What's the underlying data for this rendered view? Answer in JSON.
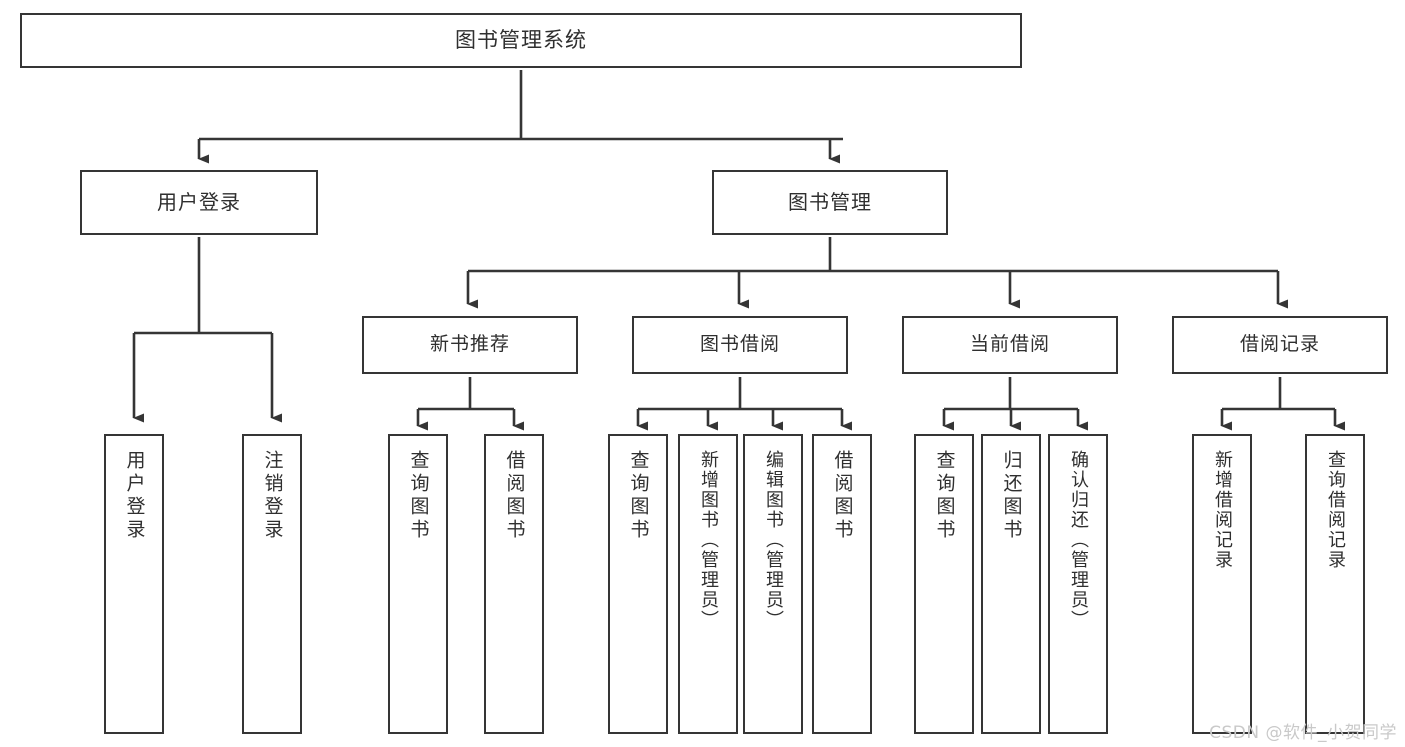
{
  "diagram": {
    "type": "tree",
    "title": "图书管理系统",
    "watermark": "CSDN @软件_小贺同学",
    "colors": {
      "border": "#353535",
      "text": "#2f2f2f",
      "background": "#ffffff",
      "watermark": "#c9c9c9"
    },
    "nodes": {
      "root": {
        "label": "图书管理系统"
      },
      "level1": [
        {
          "id": "user-login",
          "label": "用户登录"
        },
        {
          "id": "book-manage",
          "label": "图书管理"
        }
      ],
      "level2": [
        {
          "id": "new-book-rec",
          "label": "新书推荐"
        },
        {
          "id": "book-borrow",
          "label": "图书借阅"
        },
        {
          "id": "current-borrow",
          "label": "当前借阅"
        },
        {
          "id": "borrow-record",
          "label": "借阅记录"
        }
      ],
      "leaves": {
        "user-login": [
          {
            "id": "login",
            "label": "用户登录"
          },
          {
            "id": "logout",
            "label": "注销登录"
          }
        ],
        "new-book-rec": [
          {
            "id": "query-book-1",
            "label": "查询图书"
          },
          {
            "id": "borrow-book-1",
            "label": "借阅图书"
          }
        ],
        "book-borrow": [
          {
            "id": "query-book-2",
            "label": "查询图书"
          },
          {
            "id": "add-book",
            "label": "新增图书（管理员）"
          },
          {
            "id": "edit-book",
            "label": "编辑图书（管理员）"
          },
          {
            "id": "borrow-book-2",
            "label": "借阅图书"
          }
        ],
        "current-borrow": [
          {
            "id": "query-book-3",
            "label": "查询图书"
          },
          {
            "id": "return-book",
            "label": "归还图书"
          },
          {
            "id": "confirm-return",
            "label": "确认归还（管理员）"
          }
        ],
        "borrow-record": [
          {
            "id": "add-record",
            "label": "新增借阅记录"
          },
          {
            "id": "query-record",
            "label": "查询借阅记录"
          }
        ]
      }
    }
  }
}
